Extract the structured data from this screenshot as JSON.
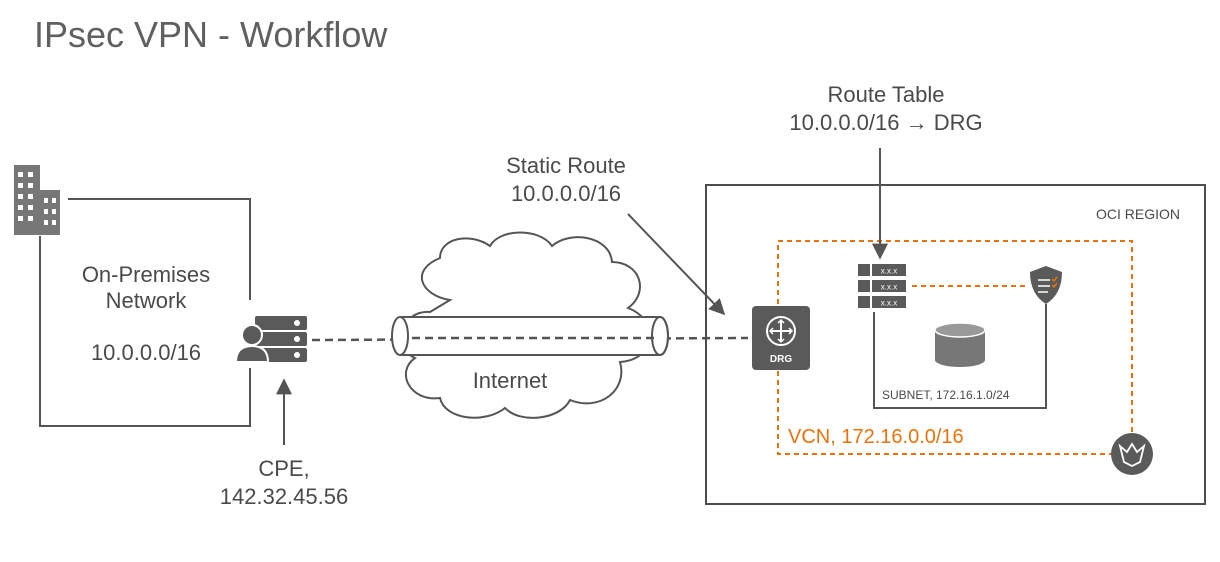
{
  "title": "IPsec VPN - Workflow",
  "on_premises": {
    "name_line1": "On-Premises",
    "name_line2": "Network",
    "cidr": "10.0.0.0/16"
  },
  "cpe": {
    "label_line1": "CPE,",
    "label_line2": "142.32.45.56"
  },
  "internet": {
    "label": "Internet"
  },
  "static_route": {
    "label_line1": "Static Route",
    "label_line2": "10.0.0.0/16"
  },
  "route_table": {
    "label_line1": "Route Table",
    "label_line2": "10.0.0.0/16 → DRG",
    "entries": [
      "x.x.x",
      "x.x.x",
      "x.x.x"
    ]
  },
  "oci_region": {
    "label": "OCI REGION"
  },
  "drg": {
    "label": "DRG"
  },
  "subnet": {
    "label": "SUBNET, 172.16.1.0/24"
  },
  "vcn": {
    "label": "VCN, 172.16.0.0/16"
  },
  "colors": {
    "accent_orange": "#e8730c",
    "icon_gray": "#5a5a5a",
    "line_gray": "#555555",
    "dark_border": "#4d4d4d"
  },
  "icons": [
    "building-icon",
    "cpe-server-icon",
    "cloud-icon",
    "tunnel-icon",
    "drg-icon",
    "route-table-icon",
    "security-list-icon",
    "database-icon",
    "internet-gateway-icon"
  ]
}
